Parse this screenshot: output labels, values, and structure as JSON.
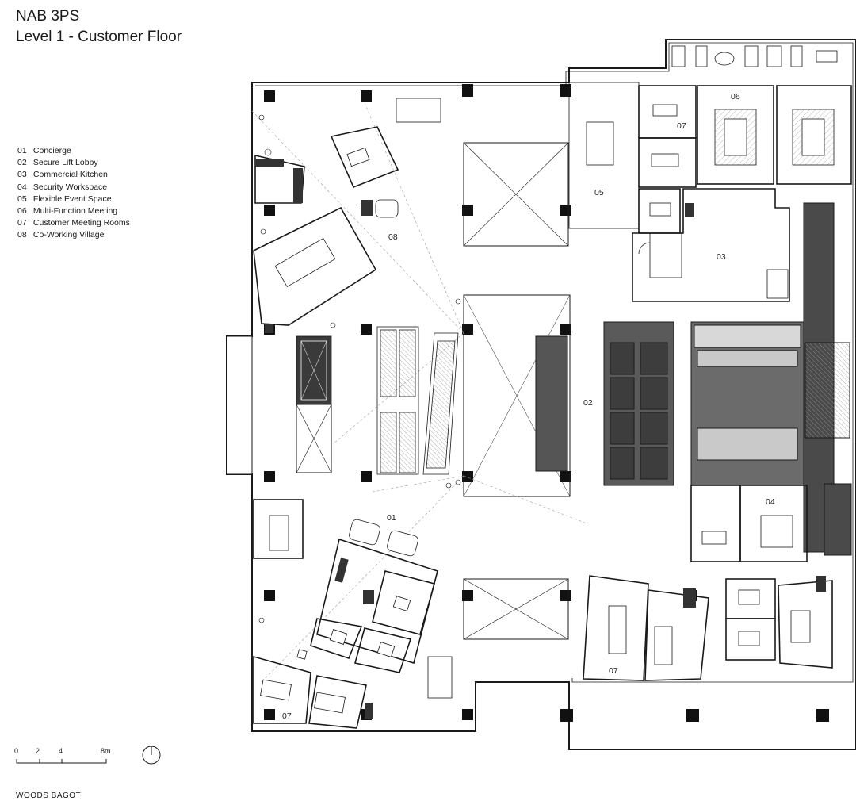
{
  "title": {
    "line1": "NAB 3PS",
    "line2": "Level 1 - Customer Floor"
  },
  "legend": [
    {
      "num": "01",
      "label": "Concierge"
    },
    {
      "num": "02",
      "label": "Secure Lift Lobby"
    },
    {
      "num": "03",
      "label": "Commercial Kitchen"
    },
    {
      "num": "04",
      "label": "Security Workspace"
    },
    {
      "num": "05",
      "label": "Flexible Event Space"
    },
    {
      "num": "06",
      "label": "Multi-Function Meeting"
    },
    {
      "num": "07",
      "label": "Customer Meeting Rooms"
    },
    {
      "num": "08",
      "label": "Co-Working Village"
    }
  ],
  "scale_bar": {
    "ticks": [
      "0",
      "2",
      "4",
      "8m"
    ]
  },
  "room_labels": {
    "r01": "01",
    "r02": "02",
    "r03": "03",
    "r04": "04",
    "r05": "05",
    "r06": "06",
    "r07a": "07",
    "r07b": "07",
    "r07c": "07",
    "r08": "08"
  },
  "brand": "WOODS BAGOT",
  "icons": {
    "north_arrow": "north-arrow-icon"
  },
  "colors": {
    "line": "#1a1a1a",
    "core_dark": "#4a4a4a",
    "core_mid": "#6b6b6b",
    "hatch": "#cfcfcf"
  }
}
